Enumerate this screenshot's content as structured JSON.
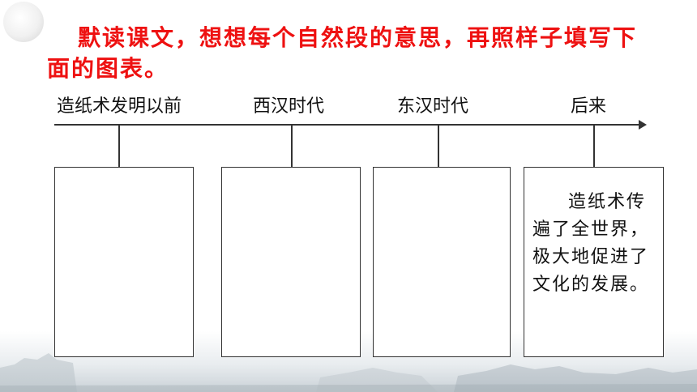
{
  "instruction": "默读课文，想想每个自然段的意思，再照样子填写下面的图表。",
  "timeline": {
    "periods": [
      {
        "label": "造纸术发明以前",
        "content": ""
      },
      {
        "label": "西汉时代",
        "content": ""
      },
      {
        "label": "东汉时代",
        "content": ""
      },
      {
        "label": "后来",
        "content": "造纸术传遍了全世界，极大地促进了文化的发展。"
      }
    ]
  },
  "colors": {
    "instruction": "#ee1111",
    "line": "#333333",
    "text": "#111111"
  },
  "icons": [
    "moon-decoration",
    "rooftops-decoration"
  ]
}
